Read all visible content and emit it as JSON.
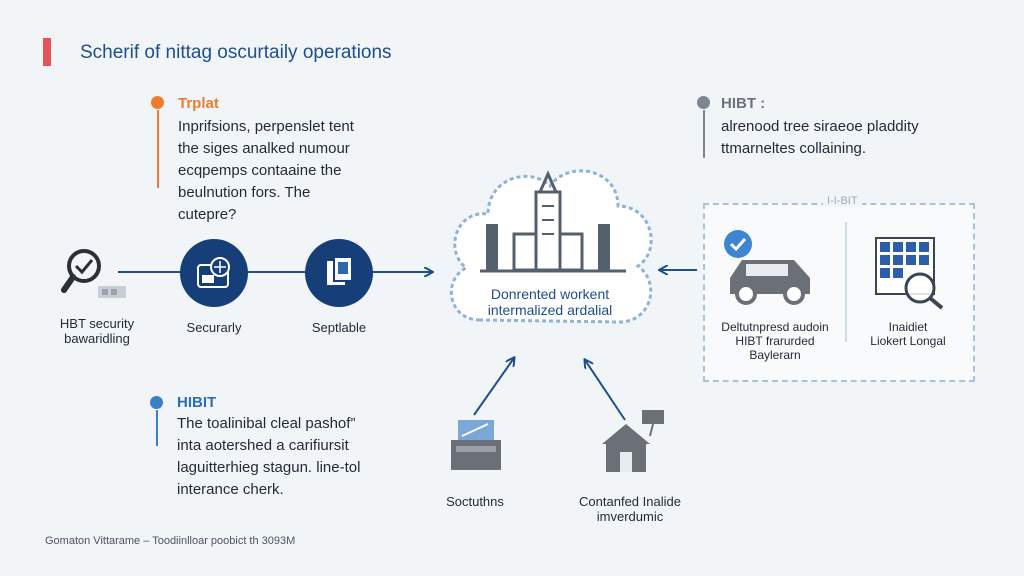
{
  "title": "Scherif of nittag oscurtaily operations",
  "notes": {
    "top_left": {
      "heading": "Trplat",
      "lines": [
        "Inprifsions, perpenslet tent",
        "the siges analked numour",
        "ecqpemps contaaine the",
        "beulnution fors. The",
        "cutepre?"
      ],
      "color": "#f07b2e"
    },
    "top_right": {
      "heading": "HIBT :",
      "lines": [
        "alrenood tree siraeoe pladdity",
        "ttmarneltes collaining."
      ],
      "color": "#7d8794"
    },
    "bottom_left": {
      "heading": "HIBIT",
      "lines": [
        "The toalinibal cleal pashof”",
        "inta aotershed a carifiursit",
        "laguitterhieg stagun. line-tol",
        "interance cherk."
      ],
      "color": "#3a7fc8"
    }
  },
  "nodes": {
    "security": {
      "label_lines": [
        "HBT security",
        "bawaridling"
      ]
    },
    "securely": {
      "label": "Securarly"
    },
    "septable": {
      "label": "Septlable"
    },
    "cloud": {
      "label_lines": [
        "Donrented workent",
        "intermalized ardalial"
      ]
    },
    "panel_tag": "I-I-BIT",
    "vehicle": {
      "label_lines": [
        "Deltutnpresd audoin",
        "HIBT frarurded",
        "Baylerarn"
      ]
    },
    "grid": {
      "label_lines": [
        "Inaidiet",
        "Liokert Longal"
      ]
    },
    "box": {
      "label": "Soctuthns"
    },
    "house": {
      "label_lines": [
        "Contanfed Inalide",
        "imverdumic"
      ]
    }
  },
  "footer": "Gomaton Vittarame – Toodiinlloar poobict th 3093M",
  "colors": {
    "accent": "#e8535a",
    "navy": "#163f7a",
    "title": "#1f4e8c",
    "arrow": "#1e4f8a",
    "icon_gray": "#6b6f76"
  }
}
